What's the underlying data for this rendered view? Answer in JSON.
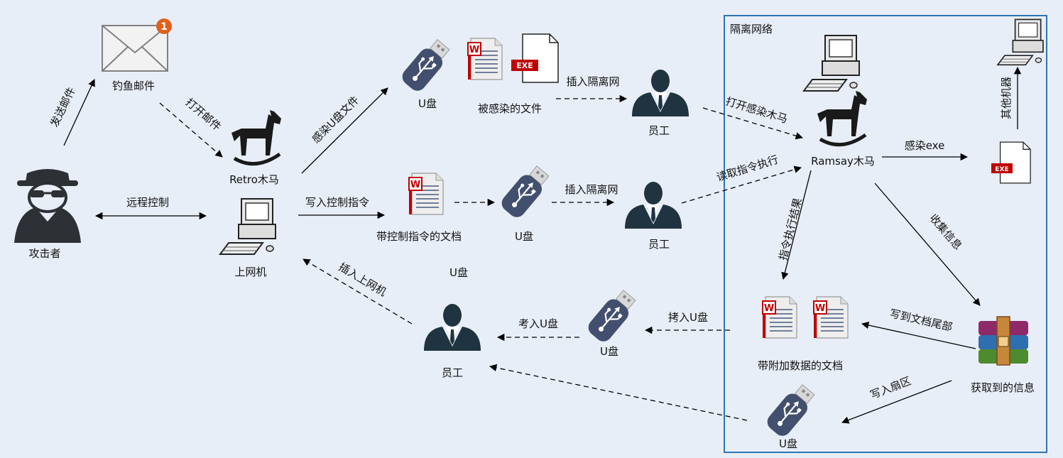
{
  "zone": {
    "title": "隔离网络"
  },
  "nodes": {
    "attacker": "攻击者",
    "phish_mail": "钓鱼邮件",
    "mail_badge": "1",
    "retro": "Retro木马",
    "host": "上网机",
    "usb_top": "U盘",
    "infected_file": "被感染的文件",
    "employee_top": "员工",
    "ramsay": "Ramsay木马",
    "cmd_doc": "带控制指令的文档",
    "usb_mid": "U盘",
    "employee_mid": "员工",
    "usb_floating": "U盘",
    "employee_bottom": "员工",
    "usb_bottom": "U盘",
    "data_doc": "带附加数据的文档",
    "collected_info": "获取到的信息",
    "usb_iso": "U盘",
    "other_machine": "其他机器",
    "exe_tag": "EXE"
  },
  "edges": {
    "send_mail": "发送邮件",
    "open_mail": "打开邮件",
    "remote_ctrl": "远程控制",
    "infect_usb_file": "感染U盘文件",
    "insert_iso_top": "插入隔离网",
    "open_trojan": "打开感染木马",
    "write_cmd": "写入控制指令",
    "insert_iso_mid": "插入隔离网",
    "read_exec": "读取指令执行",
    "infect_exe": "感染exe",
    "cmd_result": "指令执行结果",
    "collect_info": "收集信息",
    "write_tail": "写到文档尾部",
    "copy_usb": "拷入U盘",
    "copy_usb_2": "考入U盘",
    "insert_host": "插入上网机",
    "write_sector": "写入扇区"
  },
  "colors": {
    "background": "#e8eef7",
    "zone_border": "#2e74b5",
    "usb_body": "#434f6e",
    "person": "#1f3440",
    "word_red": "#c00000"
  }
}
